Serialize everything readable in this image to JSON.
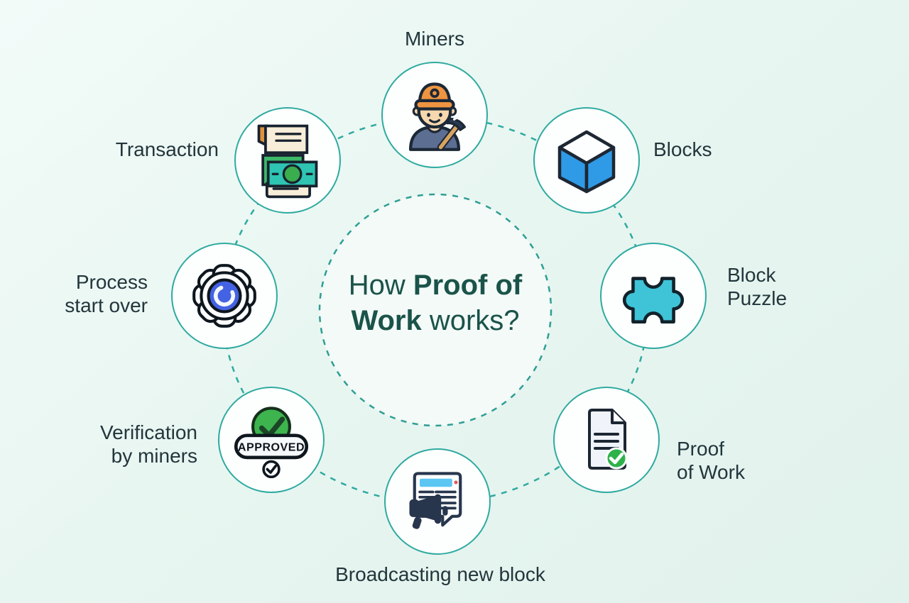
{
  "title": {
    "line1_regular": "How",
    "line1_bold": "Proof of",
    "line2_bold": "Work",
    "line2_regular": "works?"
  },
  "nodes": {
    "miners": {
      "label": "Miners",
      "icon": "miner-icon"
    },
    "blocks": {
      "label": "Blocks",
      "icon": "cube-icon"
    },
    "block_puzzle": {
      "label": "Block\nPuzzle",
      "icon": "puzzle-piece-icon"
    },
    "proof_of_work": {
      "label": "Proof\nof Work",
      "icon": "document-check-icon"
    },
    "broadcasting": {
      "label": "Broadcasting new block",
      "icon": "megaphone-announcement-icon"
    },
    "verification": {
      "label": "Verification\nby miners",
      "icon": "approved-stamp-icon"
    },
    "process_start_over": {
      "label": "Process\nstart over",
      "icon": "gear-refresh-icon"
    },
    "transaction": {
      "label": "Transaction",
      "icon": "receipt-money-icon"
    }
  },
  "approved_badge_text": "APPROVED",
  "colors": {
    "background_mint": "#e8f6f1",
    "ring_teal": "#2faaa0",
    "node_fill": "#fdfffe",
    "title_green": "#1a5349",
    "label_dark": "#22363c",
    "cube_blue": "#2f9ae6",
    "puzzle_teal": "#3fc3d6",
    "gear_blue": "#4463e4",
    "check_green": "#2db24a",
    "approved_green": "#3db44e",
    "helmet_orange": "#ef9440",
    "banknote_teal": "#2fc4b2",
    "banknote_green": "#3aad4e",
    "browser_bar_blue": "#5bc6f2",
    "megaphone_navy": "#27364d",
    "outline_dark": "#1d2733"
  }
}
